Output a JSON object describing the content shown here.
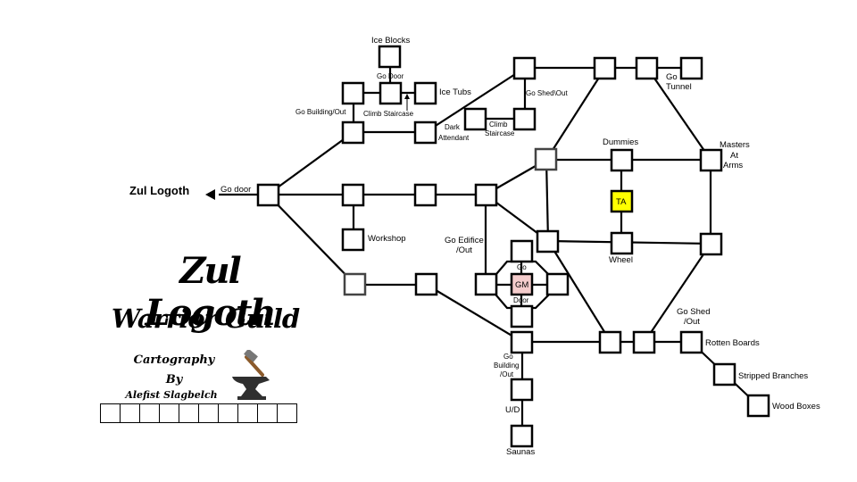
{
  "map": {
    "title": "Zul Logoth",
    "rooms": {
      "ta": "TA",
      "gm": "GM"
    },
    "labels": {
      "go_door_exit": "Go door",
      "ice_blocks": "Ice Blocks",
      "go_door_ice": "Go Door",
      "ice_tubs": "Ice Tubs",
      "climb_staircase_1": "Climb Staircase",
      "go_building_out_1": "Go Building/Out",
      "go_shed_out_1": "Go Shed\\Out",
      "dark": "Dark",
      "attendant": "Attendant",
      "climb": "Climb",
      "staircase": "Staircase",
      "go_tunnel_1": "Go",
      "go_tunnel_2": "Tunnel",
      "dummies": "Dummies",
      "masters_1": "Masters",
      "masters_2": "At",
      "masters_3": "Arms",
      "workshop": "Workshop",
      "go_edifice_1": "Go Edifice",
      "go_edifice_2": "/Out",
      "wheel": "Wheel",
      "go_gm": "Go",
      "door_gm": "Door",
      "go_shed_out_2a": "Go Shed",
      "go_shed_out_2b": "/Out",
      "rotten_boards": "Rotten Boards",
      "stripped_branches": "Stripped Branches",
      "wood_boxes": "Wood Boxes",
      "go_building_2a": "Go",
      "go_building_2b": "Building",
      "go_building_2c": "/Out",
      "ud": "U/D",
      "saunas": "Saunas"
    }
  },
  "legend": {
    "title_line1": "Zul Logoth",
    "title_line2": "Warrior Guild",
    "credit_line1": "Cartography",
    "credit_line2": "By",
    "credit_line3": "Alefist Slagbelch",
    "strip_cells": 10
  },
  "colors": {
    "ta_fill": "#ffff00",
    "gm_fill": "#f4cccc",
    "line": "#000000"
  },
  "icons": [
    "hammer-icon",
    "anvil-icon",
    "arrow-left-icon",
    "arrow-up-icon"
  ]
}
